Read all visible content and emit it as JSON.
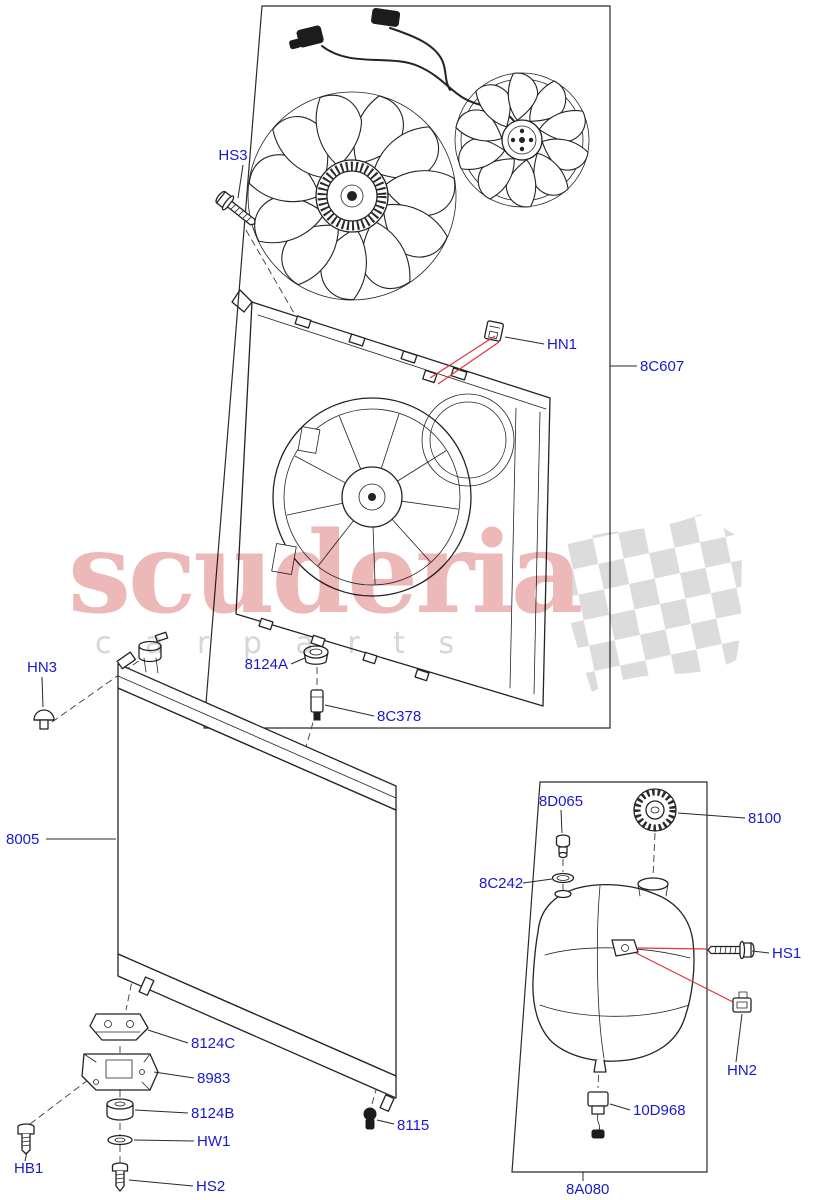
{
  "watermark": {
    "brand": "scuderia",
    "subtitle": "c a r   p a r t s"
  },
  "colors": {
    "label_blue": "#1a1acd",
    "leader_red": "#e0333b",
    "line_dark": "#232323",
    "watermark_red": "#dd7d7d",
    "watermark_gray": "#bfbfbf",
    "background": "#ffffff"
  },
  "labels": {
    "hs3": "HS3",
    "hn1": "HN1",
    "p8c607": "8C607",
    "hn3": "HN3",
    "p8124a": "8124A",
    "p8c378": "8C378",
    "p8005": "8005",
    "p8d065": "8D065",
    "p8100": "8100",
    "p8c242": "8C242",
    "hs1": "HS1",
    "hn2": "HN2",
    "p8124c": "8124C",
    "p8983": "8983",
    "p8124b": "8124B",
    "hw1": "HW1",
    "hb1": "HB1",
    "hs2": "HS2",
    "p8115": "8115",
    "p10d968": "10D968",
    "p8a080": "8A080"
  }
}
